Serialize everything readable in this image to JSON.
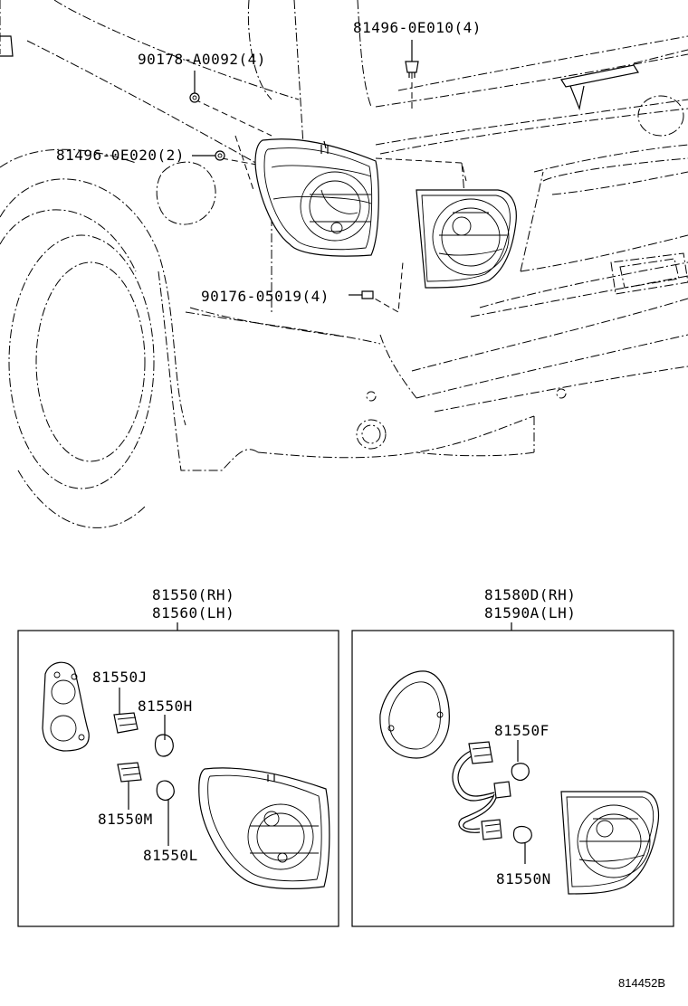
{
  "diagram": {
    "top_callouts": {
      "c1": "81496-0E010(4)",
      "c2": "90178-A0092(4)",
      "c3": "81496-0E020(2)",
      "c4": "90176-05019(4)"
    },
    "left_assembly": {
      "title_rh": "81550(RH)",
      "title_lh": "81560(LH)",
      "parts": {
        "p1": "81550J",
        "p2": "81550H",
        "p3": "81550M",
        "p4": "81550L"
      }
    },
    "right_assembly": {
      "title_rh": "81580D(RH)",
      "title_lh": "81590A(LH)",
      "parts": {
        "p1": "81550F",
        "p2": "81550N"
      }
    },
    "figure_code": "814452B"
  }
}
